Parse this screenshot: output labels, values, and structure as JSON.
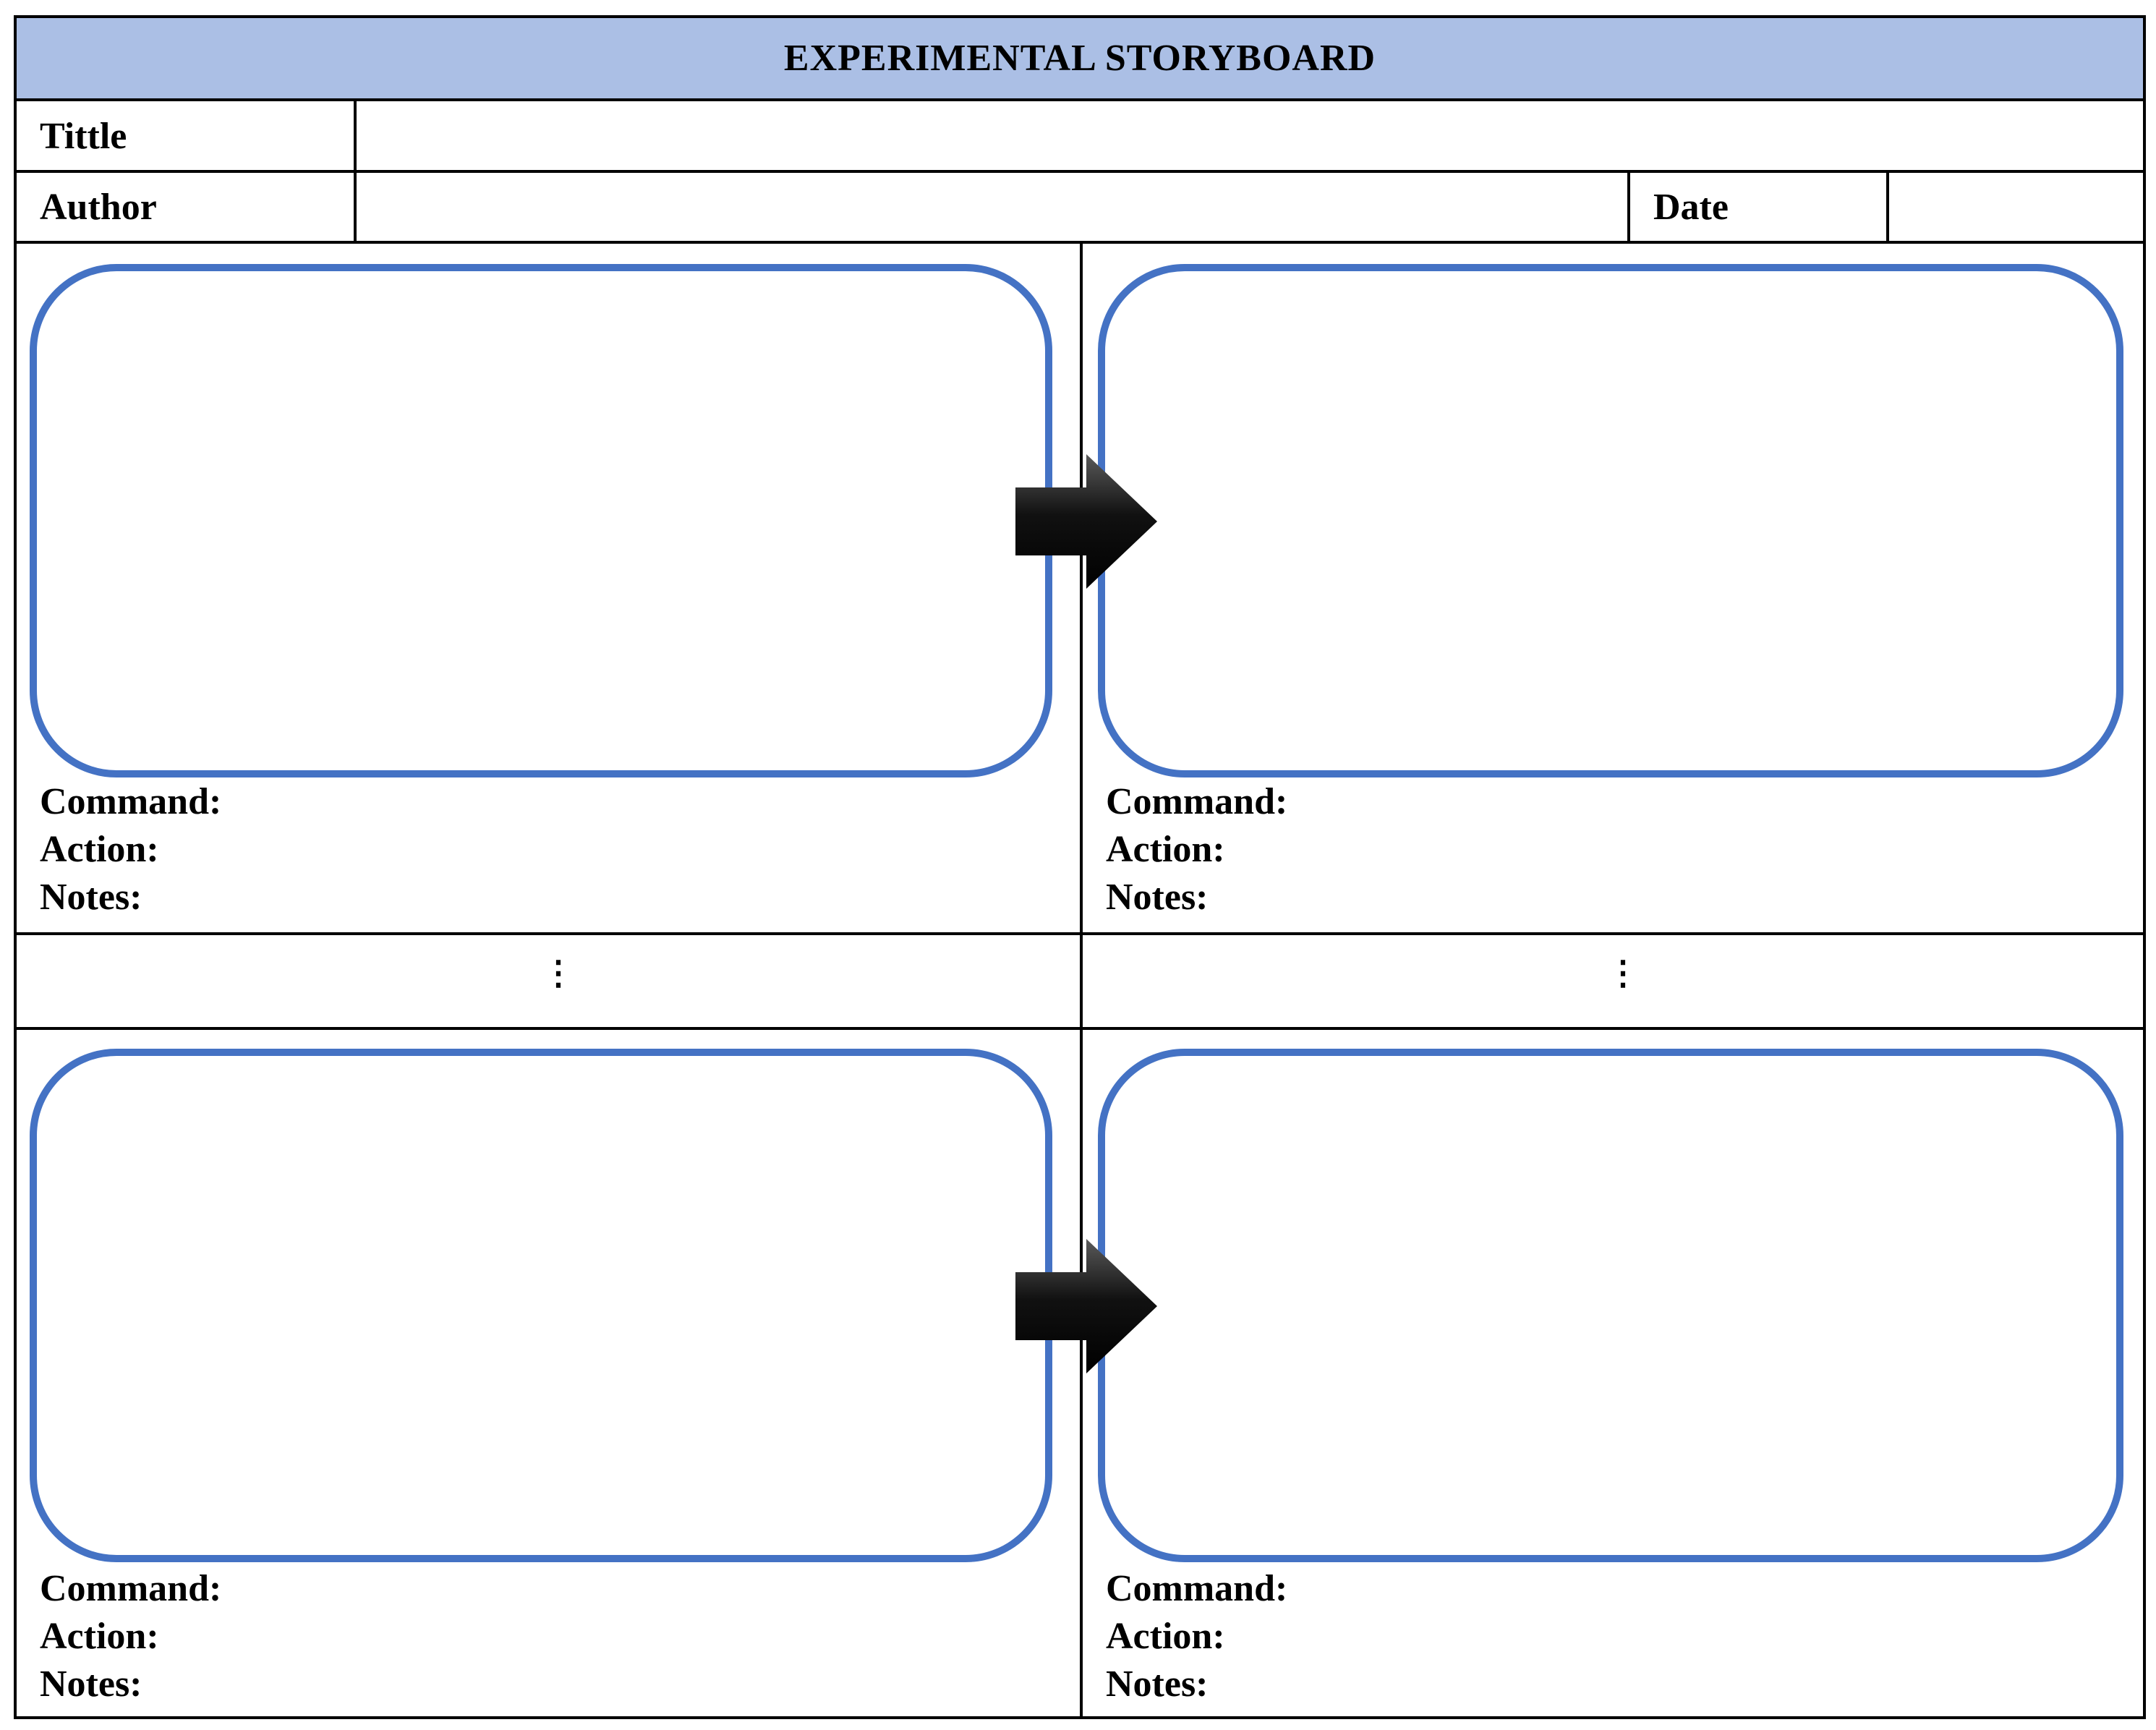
{
  "header": {
    "title": "EXPERIMENTAL STORYBOARD"
  },
  "fields": {
    "title_label": "Tittle",
    "title_value": "",
    "author_label": "Author",
    "author_value": "",
    "date_label": "Date",
    "date_value": ""
  },
  "panels": [
    {
      "command_label": "Command:",
      "action_label": "Action:",
      "notes_label": "Notes:"
    },
    {
      "command_label": "Command:",
      "action_label": "Action:",
      "notes_label": "Notes:"
    },
    {
      "command_label": "Command:",
      "action_label": "Action:",
      "notes_label": "Notes:"
    },
    {
      "command_label": "Command:",
      "action_label": "Action:",
      "notes_label": "Notes:"
    }
  ],
  "continuation": {
    "left": "⋮",
    "right": "⋮"
  },
  "colors": {
    "header_band": "#abbfe5",
    "frame_border": "#4472c4",
    "grid": "#000000"
  },
  "icons": {
    "transition": "right-arrow-icon"
  }
}
